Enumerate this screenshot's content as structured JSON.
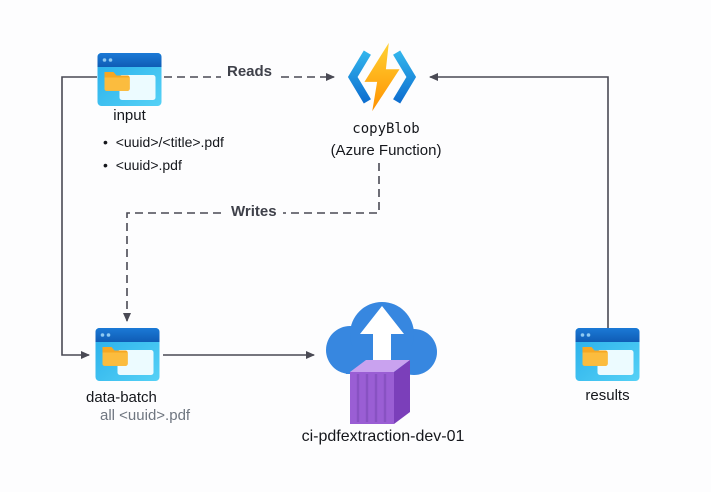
{
  "nodes": {
    "input": {
      "label": "input",
      "files": [
        "<uuid>/<title>.pdf",
        "<uuid>.pdf"
      ]
    },
    "copy_blob": {
      "name": "copyBlob",
      "subtitle": "(Azure Function)"
    },
    "data_batch": {
      "label": "data-batch",
      "contents": "all <uuid>.pdf"
    },
    "container_instance": {
      "label": "ci-pdfextraction-dev-01"
    },
    "results": {
      "label": "results"
    }
  },
  "edges": {
    "reads": {
      "label": "Reads"
    },
    "writes": {
      "label": "Writes"
    }
  },
  "icons": {
    "input": "storage-container-icon",
    "data_batch": "storage-container-icon",
    "results": "storage-container-icon",
    "copy_blob": "azure-function-lightning-icon",
    "container_instance": "cloud-upload-with-container-cube-icon"
  },
  "colors": {
    "storage_header_blue": "#1268c6",
    "storage_body_blue": "#2fb9ef",
    "folder_orange": "#f6a723",
    "bolt_yellow": "#ffca28",
    "bolt_orange": "#ff9100",
    "bracket_blue": "#0e6fd0",
    "cloud_blue": "#3787e0",
    "cube_purple": "#9a5ed4",
    "connector_gray": "#4a4a54",
    "muted_text_gray": "#6f7680"
  }
}
